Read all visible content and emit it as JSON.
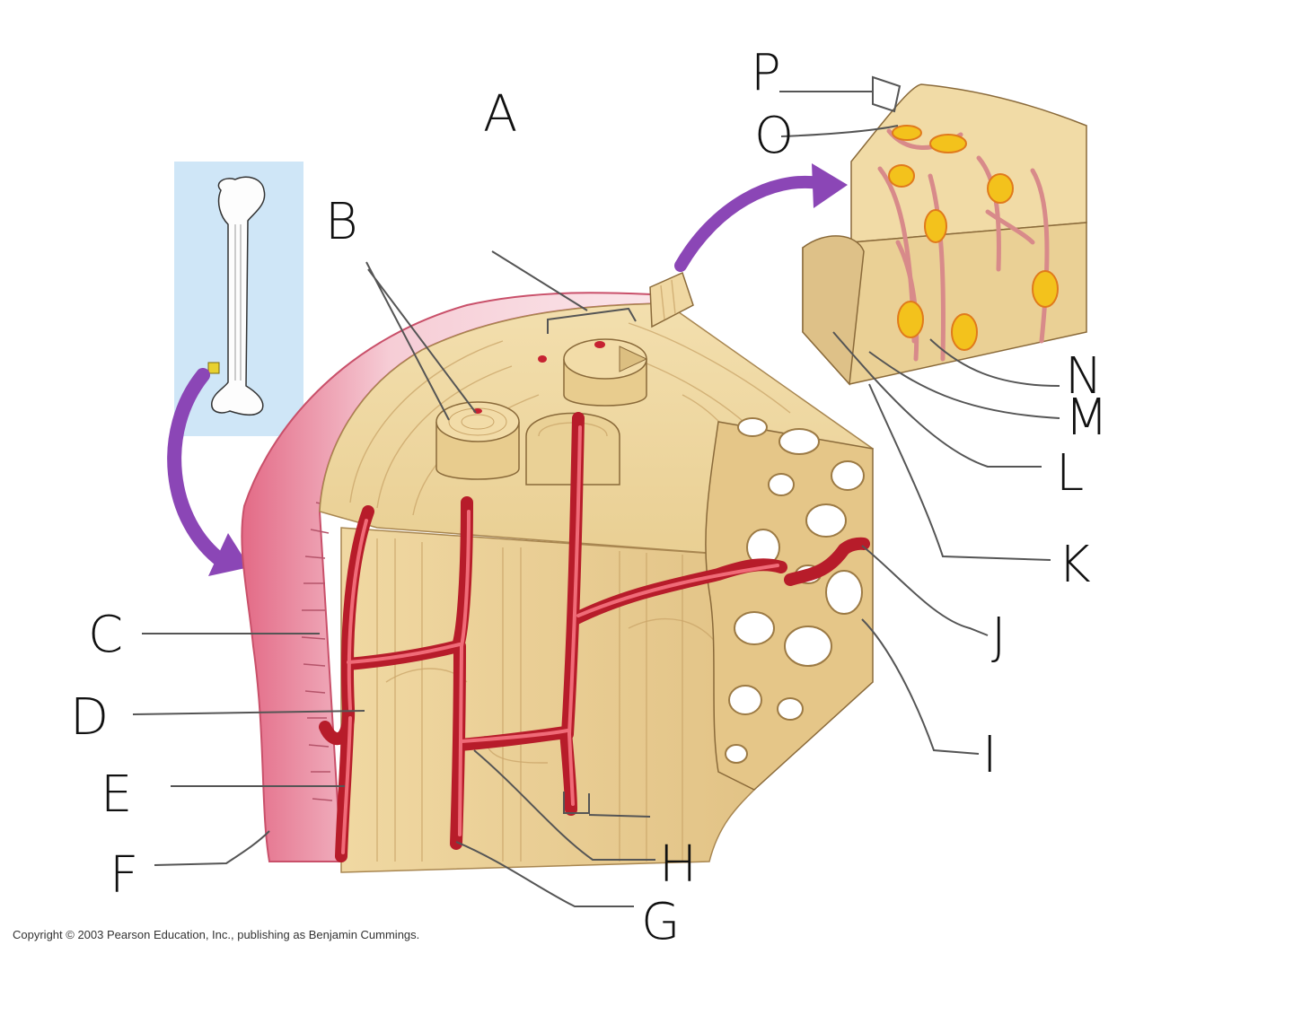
{
  "labels": {
    "A": "A",
    "B": "B",
    "C": "C",
    "D": "D",
    "E": "E",
    "F": "F",
    "G": "G",
    "H": "H",
    "I": "I",
    "J": "J",
    "K": "K",
    "L": "L",
    "M": "M",
    "N": "N",
    "O": "O",
    "P": "P"
  },
  "copyright": "Copyright © 2003 Pearson Education, Inc., publishing as Benjamin Cummings.",
  "colors": {
    "bone": "#efd9a4",
    "bone_shadow": "#dcbf81",
    "periosteum": "#f3c6cf",
    "vessel": "#c62232",
    "arrow": "#8b46b6",
    "inset_bg": "#cfe6f7",
    "lacuna": "#f3c21c"
  }
}
